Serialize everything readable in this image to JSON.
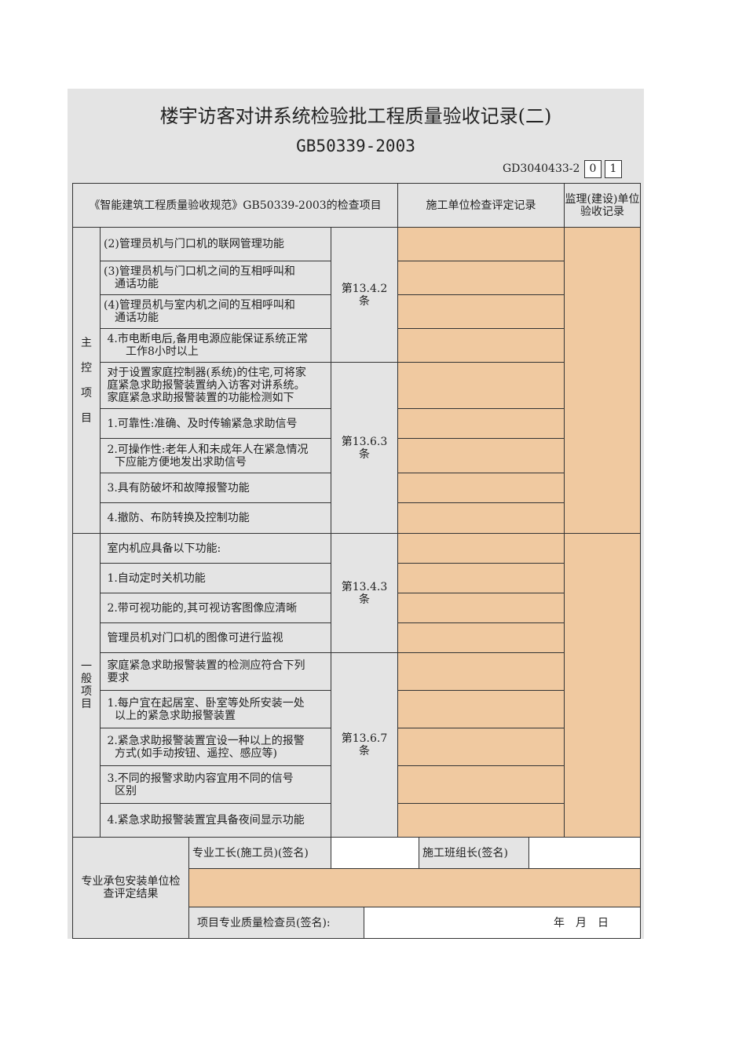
{
  "title": "楼宇访客对讲系统检验批工程质量验收记录(二)",
  "standard": "GB50339-2003",
  "code": {
    "prefix": "GD3040433-2",
    "digits": [
      "0",
      "1"
    ]
  },
  "header": {
    "items": "《智能建筑工程质量验收规范》GB50339-2003的检查项目",
    "construction": "施工单位检查评定记录",
    "supervision": "监理(建设)单位验收记录"
  },
  "main": {
    "label": "主 控 项 目",
    "items": [
      "(2)管理员机与门口机的联网管理功能",
      "(3)管理员机与门口机之间的互相呼叫和\n　通话功能",
      "(4)管理员机与室内机之间的互相呼叫和\n　通话功能",
      " 4.市电断电后,备用电源应能保证系统正常\n　　工作8小时以上",
      " 对于设置家庭控制器(系统)的住宅,可将家\n 庭紧急求助报警装置纳入访客对讲系统。\n 家庭紧急求助报警装置的功能检测如下",
      " 1.可靠性:准确、及时传输紧急求助信号",
      " 2.可操作性:老年人和未成年人在紧急情况\n　下应能方便地发出求助信号",
      " 3.具有防破坏和故障报警功能",
      " 4.撤防、布防转换及控制功能"
    ],
    "clauses": [
      "第13.4.2条",
      "第13.6.3条"
    ]
  },
  "general": {
    "label": "一般项目",
    "items": [
      " 室内机应具备以下功能:",
      " 1.自动定时关机功能",
      " 2.带可视功能的,其可视访客图像应清晰",
      " 管理员机对门口机的图像可进行监视",
      " 家庭紧急求助报警装置的检测应符合下列\n 要求",
      " 1.每户宜在起居室、卧室等处所安装一处\n　以上的紧急求助报警装置",
      " 2.紧急求助报警装置宜设一种以上的报警\n　方式(如手动按钮、遥控、感应等)",
      " 3.不同的报警求助内容宜用不同的信号\n　区别",
      " 4.紧急求助报警装置宜具备夜间显示功能"
    ],
    "clauses": [
      "第13.4.3条",
      "第13.6.7条"
    ]
  },
  "footer": {
    "label": "专业承包安装单位检查评定结果",
    "foreman": "专业工长(施工员)(签名)",
    "team_leader": "施工班组长(签名)",
    "inspector": "项目专业质量检查员(签名):",
    "date": "年　月　日"
  },
  "colors": {
    "fill": "#f0c9a0",
    "background": "#e4e4e4"
  }
}
